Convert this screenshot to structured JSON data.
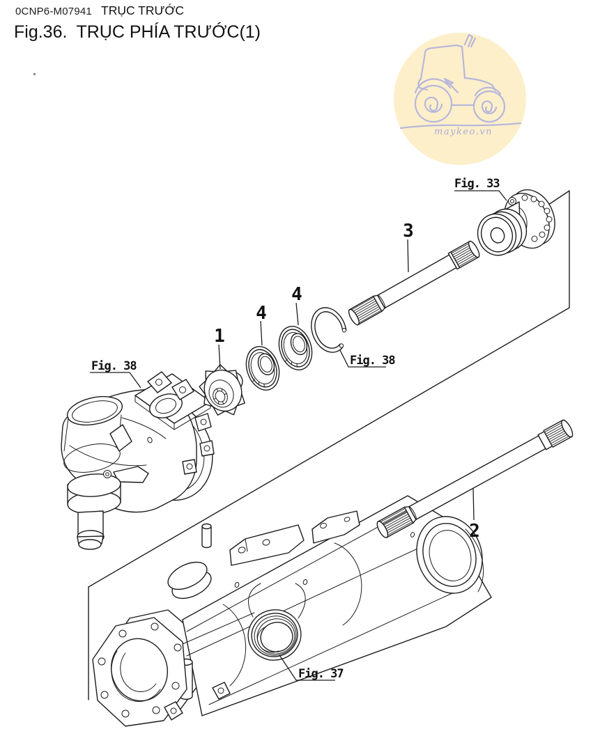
{
  "page": {
    "background": "#ffffff",
    "line_color": "#1c1c1c"
  },
  "header": {
    "doc_code": "0CNP6-M07941",
    "section_title": "TRỤC TRƯỚC"
  },
  "figure": {
    "number_label": "Fig.36.",
    "title": "TRỤC PHÍA TRƯỚC(1)"
  },
  "watermark": {
    "text": "maykeo.vn",
    "circle_color": "#fcefca",
    "sketch_color": "#b8b7db",
    "text_color": "#aeabd3"
  },
  "callouts": {
    "part_1": "1",
    "part_2": "2",
    "part_3": "3",
    "part_4_left": "4",
    "part_4_right": "4",
    "fig_33": "Fig. 33",
    "fig_37": "Fig. 37",
    "fig_38_left": "Fig. 38",
    "fig_38_right": "Fig. 38"
  }
}
